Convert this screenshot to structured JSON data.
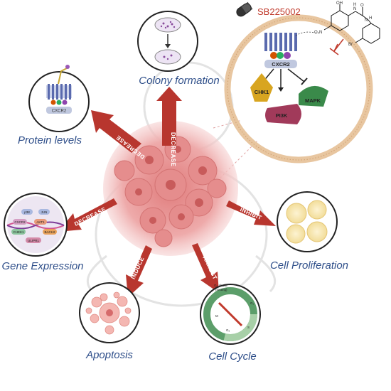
{
  "drug": {
    "name": "SB225002",
    "structure_labels": {
      "oh": "OH",
      "nh1": "N",
      "h1": "H",
      "o": "O",
      "nh2": "N",
      "h2": "H",
      "no2": "O₂N",
      "br": "Br"
    }
  },
  "labels": {
    "colony": "Colony formation",
    "protein": "Protein levels",
    "gene": "Gene Expression",
    "apoptosis": "Apoptosis",
    "cellcycle": "Cell Cycle",
    "prolif": "Cell Proliferation"
  },
  "arrows": {
    "colony": "DECREASE",
    "protein": "DECREASE",
    "gene": "DECREASE",
    "apoptosis": "INDUCE",
    "cellcycle": "ARREST",
    "prolif": "INHIBIT"
  },
  "cell": {
    "receptor": "CXCR2",
    "chk1": "CHK1",
    "mapk": "MAPK",
    "pi3k": "PI3K"
  },
  "protein_icon": {
    "receptor": "CXCR2"
  },
  "gene_icon": {
    "p38": "p38",
    "jun": "JUN",
    "cxcr2": "CXCR2",
    "akt1": "AKT1",
    "chek1": "CHEK1",
    "bach2": "BACH2",
    "ulipr1": "ULIPR1"
  },
  "cycle_icon": {
    "g0": "G₀ phase",
    "resting": "(resting)",
    "g1": "G₁",
    "m": "M",
    "s": "S",
    "g2": "G₂"
  },
  "colors": {
    "label": "#2f4f8a",
    "arrow": "#b8362e",
    "tumor": "#e8a0a0",
    "drug": "#c0392b"
  }
}
